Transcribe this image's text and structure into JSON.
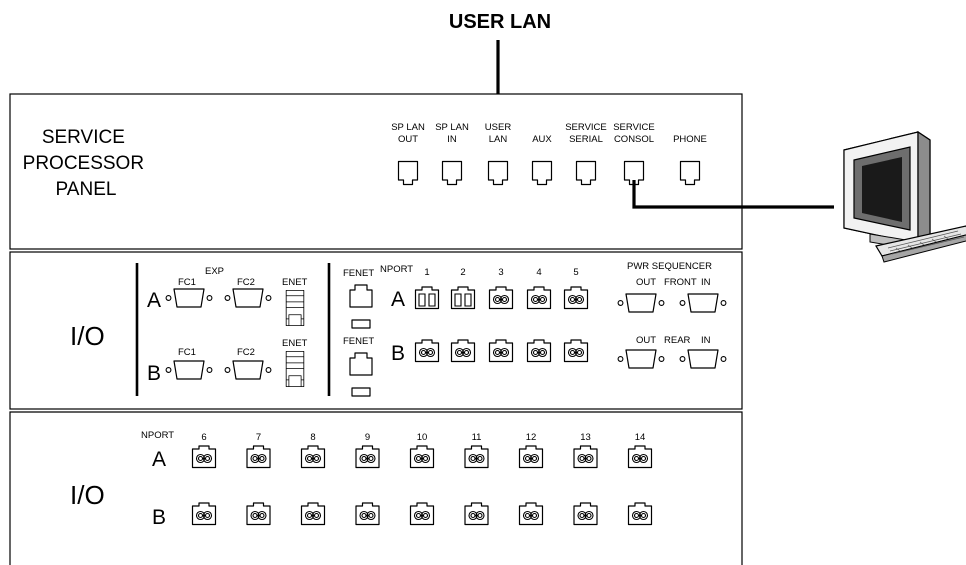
{
  "callout": {
    "label": "USER LAN"
  },
  "sp_panel": {
    "title_lines": [
      "SERVICE",
      "PROCESSOR",
      "PANEL"
    ],
    "ports": [
      {
        "lines": [
          "SP LAN",
          "OUT"
        ]
      },
      {
        "lines": [
          "SP LAN",
          "IN"
        ]
      },
      {
        "lines": [
          "USER",
          "LAN"
        ]
      },
      {
        "lines": [
          "",
          "AUX"
        ]
      },
      {
        "lines": [
          "SERVICE",
          "SERIAL"
        ]
      },
      {
        "lines": [
          "SERVICE",
          "CONSOL"
        ]
      },
      {
        "lines": [
          "",
          "PHONE"
        ]
      }
    ]
  },
  "io_panel_1": {
    "title": "I/O",
    "row_a": "A",
    "row_b": "B",
    "fc1": "FC1",
    "fc2": "FC2",
    "exp": "EXP",
    "enet": "ENET",
    "fenet": "FENET",
    "nport": "NPORT",
    "nport_numbers": [
      "1",
      "2",
      "3",
      "4",
      "5"
    ],
    "pwr_sequencer": "PWR SEQUENCER",
    "out": "OUT",
    "in": "IN",
    "front": "FRONT",
    "rear": "REAR"
  },
  "io_panel_2": {
    "title": "I/O",
    "nport": "NPORT",
    "row_a": "A",
    "row_b": "B",
    "nport_numbers": [
      "6",
      "7",
      "8",
      "9",
      "10",
      "11",
      "12",
      "13",
      "14"
    ]
  },
  "icons": {
    "computer": "computer-workstation-icon",
    "rj45": "rj45-port-icon",
    "db9": "db9-connector-icon",
    "fiber": "fiber-optic-port-icon"
  }
}
